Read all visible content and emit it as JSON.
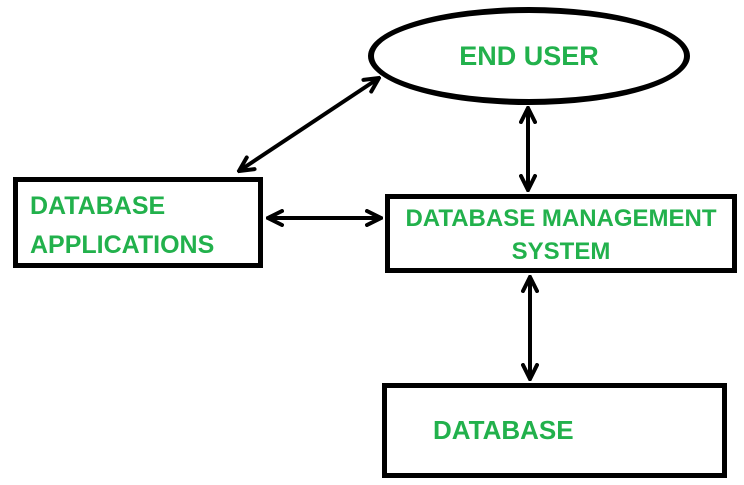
{
  "colors": {
    "label_green": "#22b14c",
    "line_black": "#000000",
    "background": "#ffffff"
  },
  "diagram": {
    "type": "flow-diagram",
    "nodes": {
      "end_user": {
        "shape": "ellipse",
        "label": "END USER"
      },
      "database_applications": {
        "shape": "rectangle",
        "lines": [
          "DATABASE",
          "APPLICATIONS"
        ]
      },
      "dbms": {
        "shape": "rectangle",
        "lines": [
          "DATABASE MANAGEMENT",
          "SYSTEM"
        ]
      },
      "database": {
        "shape": "rectangle",
        "label": "DATABASE"
      }
    },
    "edges": [
      {
        "from": "database_applications",
        "to": "end_user",
        "bidirectional": true
      },
      {
        "from": "end_user",
        "to": "dbms",
        "bidirectional": true
      },
      {
        "from": "database_applications",
        "to": "dbms",
        "bidirectional": true
      },
      {
        "from": "dbms",
        "to": "database",
        "bidirectional": true
      }
    ]
  }
}
